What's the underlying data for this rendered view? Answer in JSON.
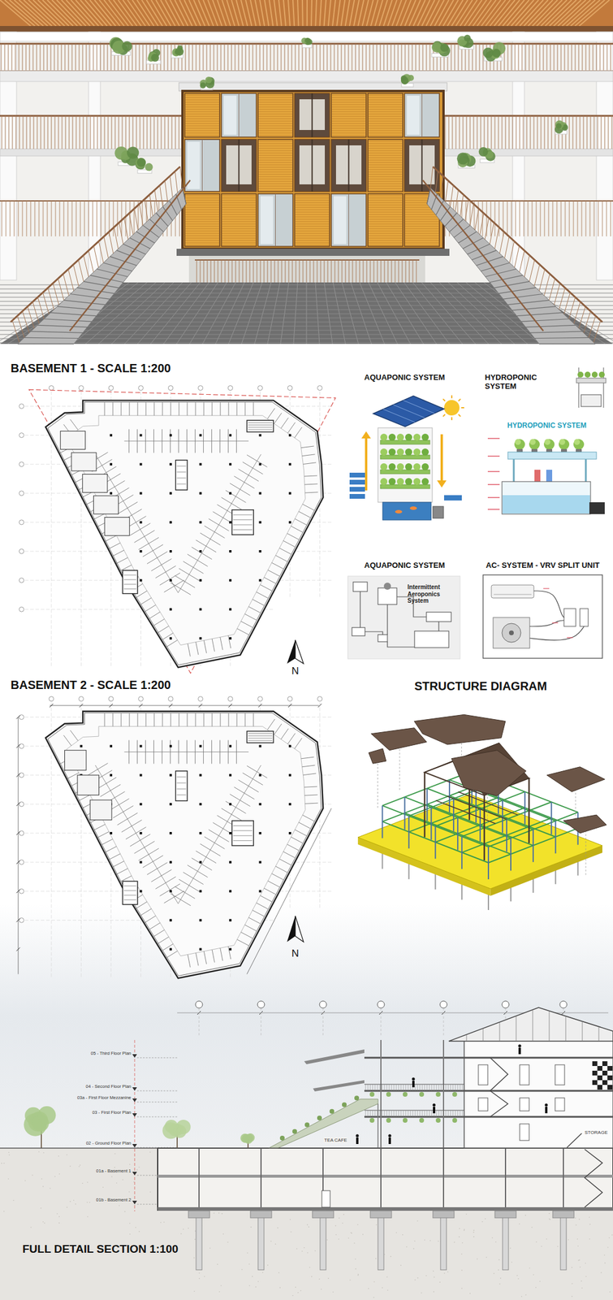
{
  "diagram": {
    "nodes": [
      {
        "text": [
          "AC- SYSTEM - VRV SPLIT UNIT"
        ]
      }
    ],
    "labels": [
      "BASEMENT 1 - SCALE 1:200",
      "AQUAPONIC SYSTEM",
      "HYDROPONIC SYSTEM",
      "HYDROPONIC SYSTEM",
      "AQUAPONIC SYSTEM",
      "Intermittent Aeroponics System",
      "N",
      "BASEMENT 2 - SCALE 1:200",
      "STRUCTURE DIAGRAM",
      "N",
      "05 - Third Floor Plan",
      "04 - Second Floor Plan",
      "03a - First Floor Mezzanine",
      "03 - First Floor Plan",
      "02 - Ground Floor Plan",
      "01a - Basement 1",
      "01b - Basement 2",
      "TEA CAFE",
      "STORAGE",
      "FULL DETAIL SECTION 1:100"
    ]
  }
}
